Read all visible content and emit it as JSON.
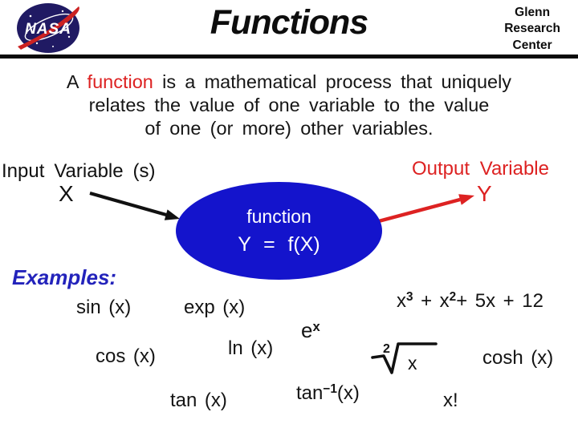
{
  "header": {
    "logo_text": "NASA",
    "title": "Functions",
    "org_line1": "Glenn",
    "org_line2": "Research",
    "org_line3": "Center"
  },
  "intro": {
    "l1a": "A",
    "l1b": "function",
    "l1c": "is a mathematical process that uniquely",
    "l2": "relates the value of one variable to the value",
    "l3": "of one (or more) other variables."
  },
  "diagram": {
    "input_label": "Input Variable (s)",
    "input_var": "X",
    "box_line1": "function",
    "box_line2": "Y = f(X)",
    "output_label": "Output Variable",
    "output_var": "Y"
  },
  "examples": {
    "label": "Examples:",
    "sin": "sin (x)",
    "exp": "exp (x)",
    "e_base": "e",
    "e_sup": "x",
    "poly_b1": "x",
    "poly_s1": "3",
    "poly_b2": " + x",
    "poly_s2": "2",
    "poly_b3": "+ 5x + 12",
    "cos": "cos (x)",
    "ln": "ln (x)",
    "root_index": "2",
    "root_radicand": "x",
    "cosh": "cosh (x)",
    "tan": "tan (x)",
    "arctan_b1": "tan",
    "arctan_s1": "−1",
    "arctan_b2": "(x)",
    "factorial": "x!"
  },
  "colors": {
    "accent_red": "#dd2222",
    "ellipse_blue": "#1414cc",
    "examples_blue": "#2323bb",
    "logo_navy": "#201a63"
  }
}
